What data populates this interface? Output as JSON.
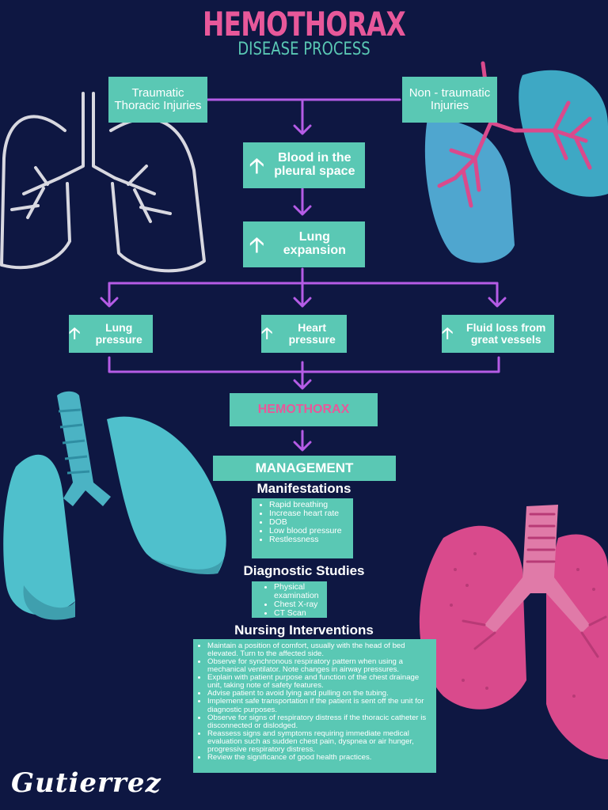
{
  "title": "HEMOTHORAX",
  "subtitle": "DISEASE PROCESS",
  "colors": {
    "background": "#0e1742",
    "box": "#5ac8b4",
    "title_pink": "#e8589a",
    "subtitle_teal": "#5ac8b4",
    "arrow_purple": "#b55ce6",
    "lung_blue": "#4fb8c9",
    "lung_pink": "#d94a8c"
  },
  "nodes": {
    "traumatic": "Traumatic Thoracic Injuries",
    "non_traumatic": "Non - traumatic Injuries",
    "blood": "Blood in the pleural space",
    "expansion": "Lung expansion",
    "lung_pressure": "Lung pressure",
    "heart_pressure": "Heart pressure",
    "fluid_loss": "Fluid loss from great vessels",
    "hemothorax": "HEMOTHORAX",
    "management": "MANAGEMENT"
  },
  "icons": {
    "increase": "up-arrow-icon"
  },
  "manifestations": {
    "heading": "Manifestations",
    "items": [
      "Rapid breathing",
      "Increase heart rate",
      "DOB",
      "Low blood pressure",
      "Restlessness"
    ]
  },
  "diagnostics": {
    "heading": "Diagnostic Studies",
    "items": [
      "Physical examination",
      "Chest X-ray",
      "CT Scan"
    ]
  },
  "interventions": {
    "heading": "Nursing Interventions",
    "items": [
      "Maintain a position of comfort, usually with the head of bed elevated. Turn to the affected side.",
      "Observe for synchronous respiratory pattern when using a mechanical ventilator. Note changes in airway pressures.",
      "Explain with patient purpose and function of the chest drainage unit, taking note of safety features.",
      "Advise patient to avoid lying and pulling on the tubing.",
      "Implement safe transportation if the patient is sent off the unit for diagnostic purposes.",
      "Observe for signs of respiratory distress if the thoracic catheter is disconnected or dislodged.",
      "Reassess signs and symptoms requiring immediate medical evaluation such as sudden chest pain, dyspnea or air hunger, progressive respiratory distress.",
      "Review the significance of good health practices."
    ]
  },
  "signature": "Gutierrez"
}
